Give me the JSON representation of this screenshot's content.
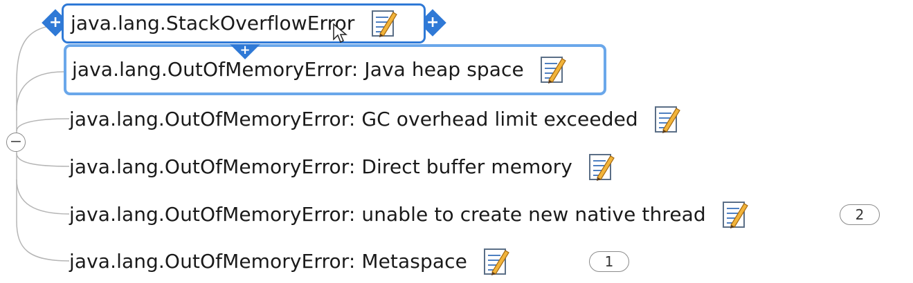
{
  "root_topic": {
    "label": "java.lang.StackOverflowError"
  },
  "add_handles": {
    "left": "+",
    "right": "+",
    "below": "+"
  },
  "collapse_control": {
    "label": "−"
  },
  "topics": [
    {
      "label": "java.lang.OutOfMemoryError: Java heap space"
    },
    {
      "label": "java.lang.OutOfMemoryError: GC overhead limit exceeded"
    },
    {
      "label": "java.lang.OutOfMemoryError: Direct buffer memory"
    },
    {
      "label": "java.lang.OutOfMemoryError: unable to create new native thread",
      "badge": "2"
    },
    {
      "label": "java.lang.OutOfMemoryError: Metaspace",
      "badge": "1"
    }
  ],
  "icons": {
    "note": "note-pencil-icon",
    "cursor": "mouse-pointer-icon"
  },
  "colors": {
    "selection": "#2f79d6",
    "hover_border": "#6aa7ea",
    "connector": "#b5b5b5",
    "text": "#1a1a1a"
  }
}
